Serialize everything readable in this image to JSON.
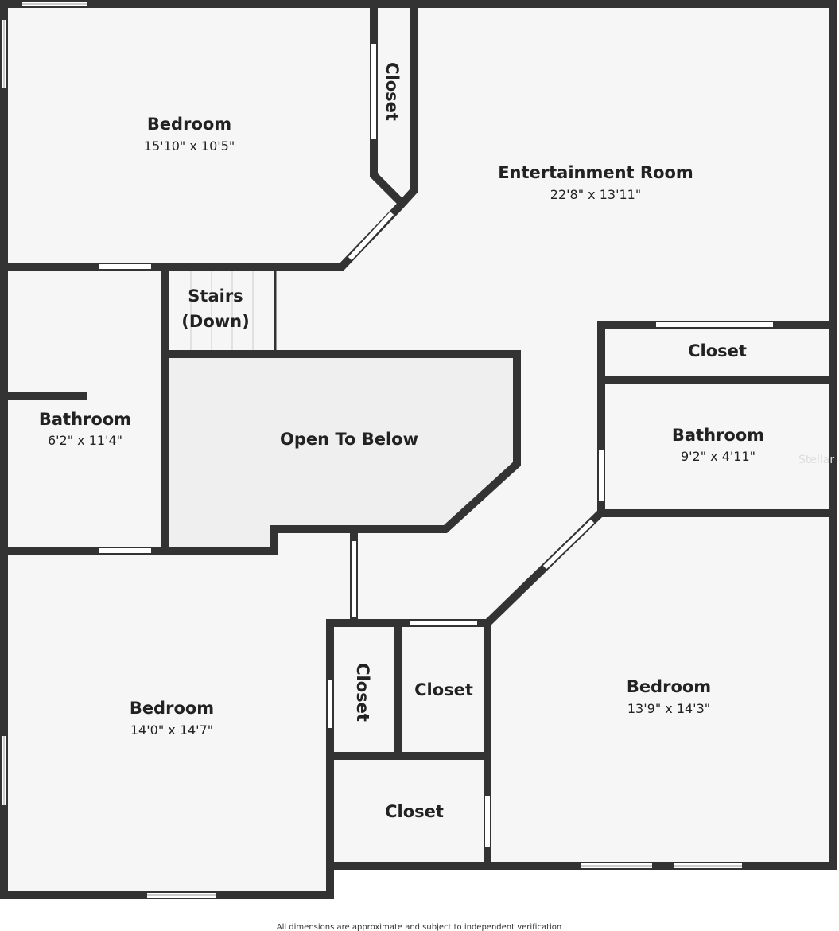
{
  "rooms": {
    "bedroom_nw": {
      "name": "Bedroom",
      "dims": "15'10\" x 10'5\""
    },
    "closet_n": {
      "name": "Closet"
    },
    "entertainment": {
      "name": "Entertainment Room",
      "dims": "22'8\" x 13'11\""
    },
    "stairs": {
      "name_line1": "Stairs",
      "name_line2": "(Down)"
    },
    "closet_e": {
      "name": "Closet"
    },
    "bathroom_w": {
      "name": "Bathroom",
      "dims": "6'2\" x 11'4\""
    },
    "open_below": {
      "name": "Open To Below"
    },
    "bathroom_e": {
      "name": "Bathroom",
      "dims": "9'2\" x 4'11\""
    },
    "bedroom_sw": {
      "name": "Bedroom",
      "dims": "14'0\" x 14'7\""
    },
    "closet_mid_left": {
      "name": "Closet"
    },
    "closet_mid_right": {
      "name": "Closet"
    },
    "closet_low": {
      "name": "Closet"
    },
    "bedroom_se": {
      "name": "Bedroom",
      "dims": "13'9\" x 14'3\""
    }
  },
  "watermark": "Stellar",
  "footer": "All dimensions are approximate and subject to independent verification",
  "colors": {
    "wall": "#333333",
    "floor": "#f6f6f6",
    "open_below": "#efefef"
  }
}
